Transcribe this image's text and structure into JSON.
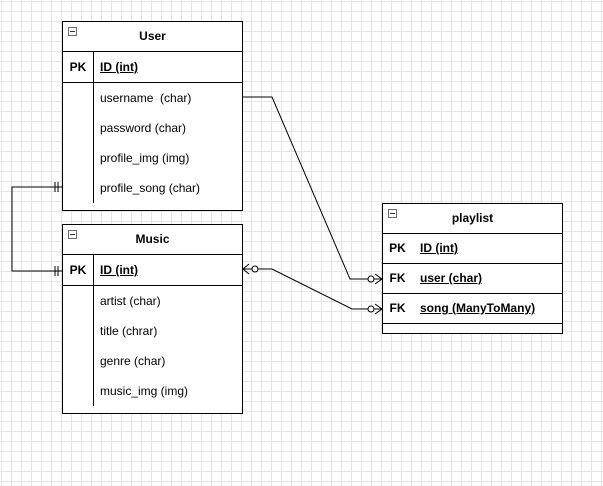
{
  "entities": {
    "user": {
      "title": "User",
      "pk_label": "PK",
      "pk_field": "ID (int)",
      "fields": [
        "username  (char)",
        "password (char)",
        "profile_img (img)",
        "profile_song (char)"
      ]
    },
    "music": {
      "title": "Music",
      "pk_label": "PK",
      "pk_field": "ID (int)",
      "fields": [
        "artist (char)",
        "title (chrar)",
        "genre (char)",
        "music_img (img)"
      ]
    },
    "playlist": {
      "title": "playlist",
      "rows": [
        {
          "key": "PK",
          "field": "ID (int)"
        },
        {
          "key": "FK",
          "field": "user (char)"
        },
        {
          "key": "FK",
          "field": "song (ManyToMany)"
        }
      ]
    }
  },
  "relationships": [
    {
      "from": "User.username",
      "to": "playlist.user",
      "from_end": "none",
      "to_end": "zero-or-many"
    },
    {
      "from": "Music.ID",
      "to": "playlist.song",
      "from_end": "zero-or-many",
      "to_end": "zero-or-many"
    },
    {
      "from": "User.profile_song",
      "to": "Music.ID",
      "from_end": "one-and-only-one",
      "to_end": "one-and-only-one"
    }
  ]
}
